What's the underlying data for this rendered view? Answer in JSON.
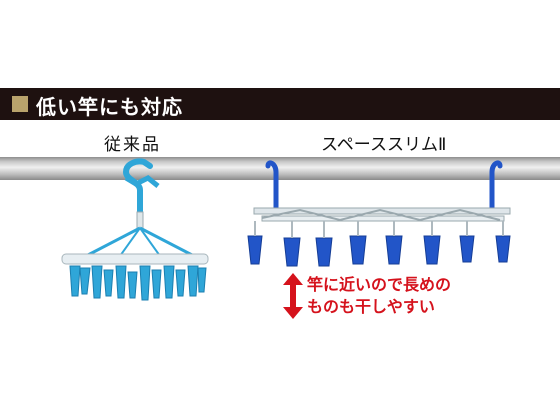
{
  "header": {
    "title": "低い竿にも対応",
    "accent_color": "#b9a36c",
    "bar_color": "#1e1110"
  },
  "labels": {
    "conventional": "従来品",
    "product": "スペーススリムⅡ"
  },
  "note": {
    "line1": "竿に近いので長めの",
    "line2": "ものも干しやすい",
    "color": "#d5121c"
  },
  "colors": {
    "conventional_clips": "#2fa6d8",
    "product_clips": "#2255c8"
  },
  "icons": {
    "height_arrow": "double-arrow-vertical-icon"
  }
}
